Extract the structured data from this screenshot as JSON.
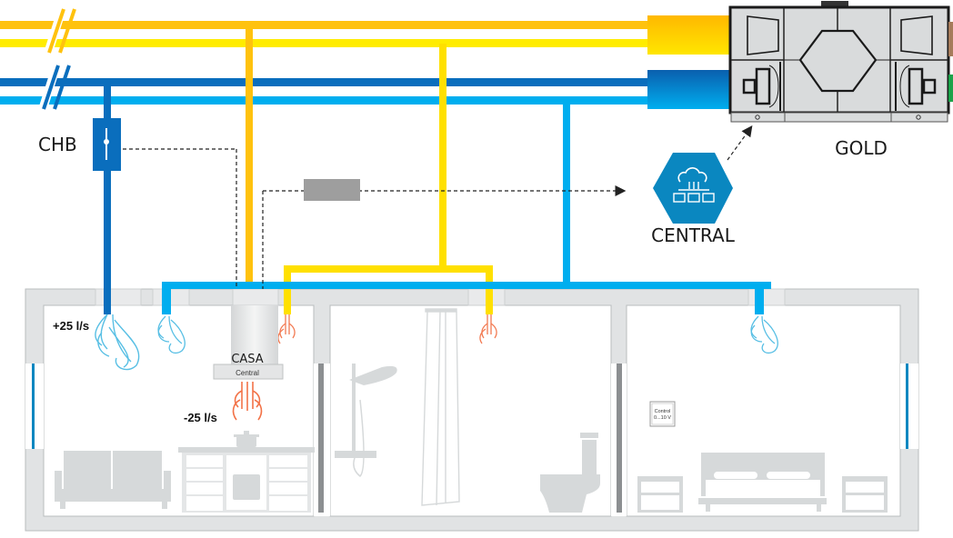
{
  "title": "Ventilation system diagram",
  "colors": {
    "supply_warm": "#FFC20E",
    "supply_yellow": "#FFE600",
    "extract_dark_blue": "#0A6EBD",
    "extract_light_blue": "#00AEEF",
    "building_wall": "#E1E3E4",
    "wall_outline": "#B9BCBE",
    "central_hex": "#0A87C0",
    "gold_unit_body": "#D9DBDC",
    "furniture": "#D6D9DA",
    "exhaust_red": "#F05A28"
  },
  "labels": {
    "chb": "CHB",
    "gold": "GOLD",
    "central": "CENTRAL",
    "casa": "CASA",
    "casa_sub": "Central",
    "supply_flow": "+25 l/s",
    "extract_flow": "-25 l/s",
    "control_line1": "Control",
    "control_line2": "0...10 V"
  },
  "components": [
    {
      "id": "gold",
      "name": "GOLD air handling unit",
      "icon": "air-handling-unit-icon"
    },
    {
      "id": "central",
      "name": "CENTRAL cloud controller",
      "icon": "cloud-network-icon"
    },
    {
      "id": "chb",
      "name": "CHB damper",
      "icon": "damper-icon"
    },
    {
      "id": "casa",
      "name": "CASA Central cooker hood",
      "icon": "cooker-hood-icon"
    },
    {
      "id": "control",
      "name": "Control 0...10 V panel",
      "icon": "control-panel-icon"
    },
    {
      "id": "gateway",
      "name": "Gateway module",
      "icon": "gateway-box-icon"
    }
  ],
  "rooms": [
    {
      "id": "kitchen",
      "name": "Kitchen / living room",
      "items": [
        "sofa",
        "kitchen-counter",
        "stove",
        "pot"
      ]
    },
    {
      "id": "bathroom",
      "name": "Bathroom",
      "items": [
        "shower",
        "curtain",
        "toilet"
      ]
    },
    {
      "id": "bedroom",
      "name": "Bedroom",
      "items": [
        "bed",
        "nightstand-left",
        "nightstand-right",
        "control-panel"
      ]
    }
  ]
}
